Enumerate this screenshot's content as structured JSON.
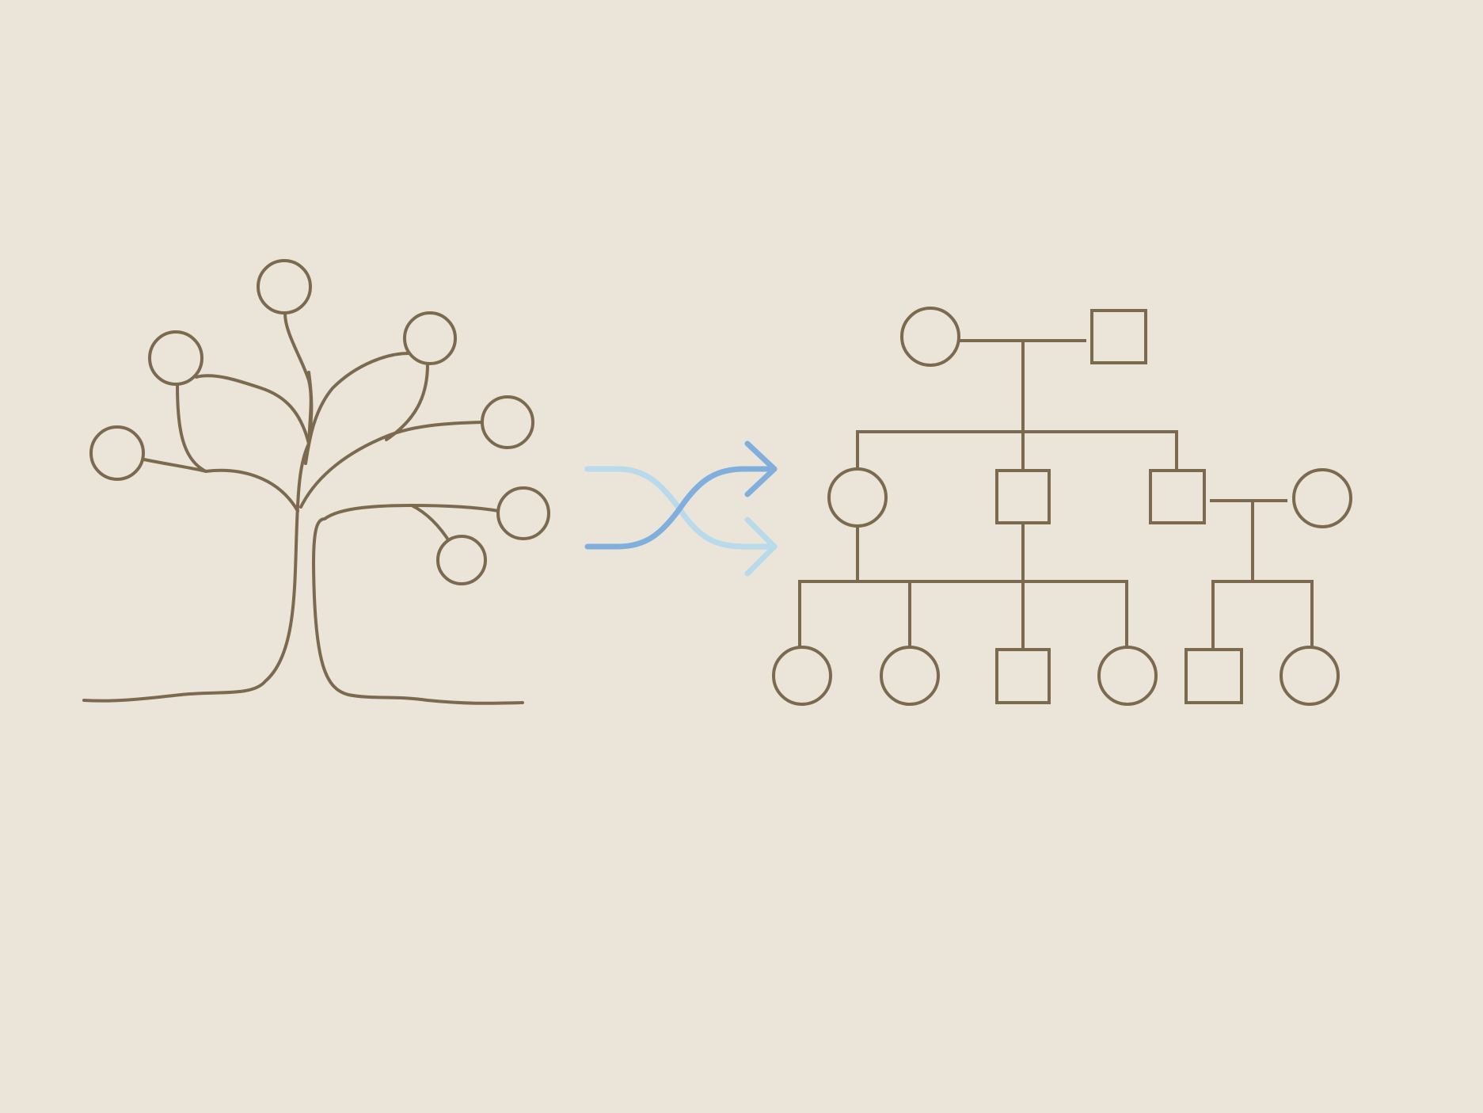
{
  "colors": {
    "background": "#EAE4D9",
    "line": "#7B6A4E",
    "arrow_dark": "#80AEDD",
    "arrow_light": "#B9DAEA"
  },
  "diagram": {
    "left_figure": "tree-with-circle-nodes",
    "connector": "shuffle-arrows-icon",
    "right_figure": "pedigree-chart",
    "pedigree": {
      "generations": 3,
      "symbols": {
        "circle": "female",
        "square": "male"
      },
      "generation_1": [
        "circle",
        "square"
      ],
      "generation_2": [
        "circle",
        "square",
        "square",
        "circle"
      ],
      "generation_3": [
        "circle",
        "circle",
        "square",
        "circle",
        "square",
        "circle"
      ]
    }
  }
}
